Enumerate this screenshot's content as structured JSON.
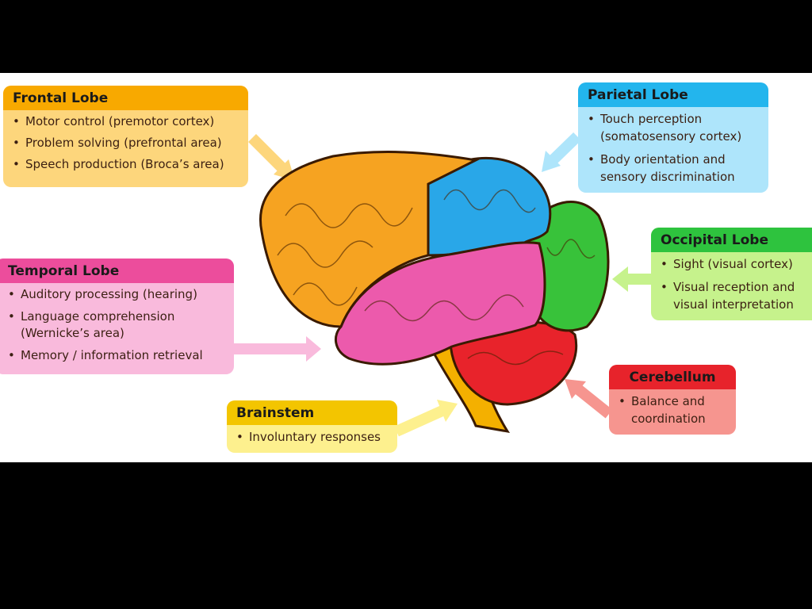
{
  "lobes": {
    "frontal": {
      "title": "Frontal Lobe",
      "items": [
        "Motor control (premotor cortex)",
        "Problem solving (prefrontal area)",
        "Speech production (Broca’s area)"
      ],
      "header_color": "#f8a900",
      "body_color": "#fdd67c"
    },
    "parietal": {
      "title": "Parietal Lobe",
      "items": [
        "Touch perception (somatosensory cortex)",
        "Body orientation and sensory discrimination"
      ],
      "header_color": "#23b5ed",
      "body_color": "#aee5fb"
    },
    "occipital": {
      "title": "Occipital Lobe",
      "items": [
        "Sight (visual cortex)",
        "Visual reception and visual interpretation"
      ],
      "header_color": "#2ec33e",
      "body_color": "#c6f28c"
    },
    "temporal": {
      "title": "Temporal Lobe",
      "items": [
        "Auditory processing (hearing)",
        "Language comprehension (Wernicke’s area)",
        "Memory / information retrieval"
      ],
      "header_color": "#ec4d9c",
      "body_color": "#f9badc"
    },
    "brainstem": {
      "title": "Brainstem",
      "items": [
        "Involuntary responses"
      ],
      "header_color": "#f3c500",
      "body_color": "#fdf08e"
    },
    "cerebellum": {
      "title": "Cerebellum",
      "items": [
        "Balance and coordination"
      ],
      "header_color": "#e7232b",
      "body_color": "#f6958f"
    }
  }
}
